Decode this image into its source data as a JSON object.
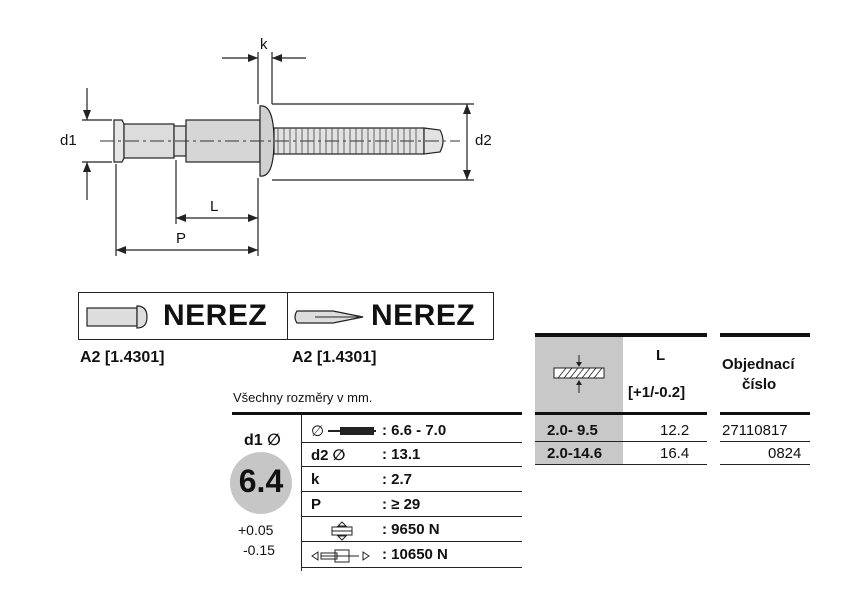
{
  "drawing": {
    "labels": {
      "k": "k",
      "d1": "d1",
      "d2": "d2",
      "L": "L",
      "P": "P"
    }
  },
  "materials": {
    "body": {
      "name": "NEREZ",
      "grade": "A2 [1.4301]"
    },
    "mandrel": {
      "name": "NEREZ",
      "grade": "A2 [1.4301]"
    }
  },
  "note": "Všechny rozměry v mm.",
  "spec": {
    "d1_label": "d1 ∅",
    "d1_value": "6.4",
    "tol_plus": "+0.05",
    "tol_minus": "-0.15",
    "rows": [
      {
        "key": "∅",
        "value": ": 6.6 - 7.0"
      },
      {
        "key": "d2 ∅",
        "value": ": 13.1"
      },
      {
        "key": "k",
        "value": ": 2.7"
      },
      {
        "key": "P",
        "value": ": ≥ 29"
      },
      {
        "key": "",
        "value": ": 9650 N"
      },
      {
        "key": "",
        "value": ": 10650 N"
      }
    ]
  },
  "grip_table": {
    "header_L": "L",
    "header_L_tol": "[+1/-0.2]",
    "header_order_1": "Objednací",
    "header_order_2": "číslo",
    "rows": [
      {
        "range": "2.0- 9.5",
        "L": "12.2",
        "order": "27110817"
      },
      {
        "range": "2.0-14.6",
        "L": "16.4",
        "order": "0824"
      }
    ]
  },
  "colors": {
    "grey": "#c8c8c8",
    "line": "#222222"
  }
}
